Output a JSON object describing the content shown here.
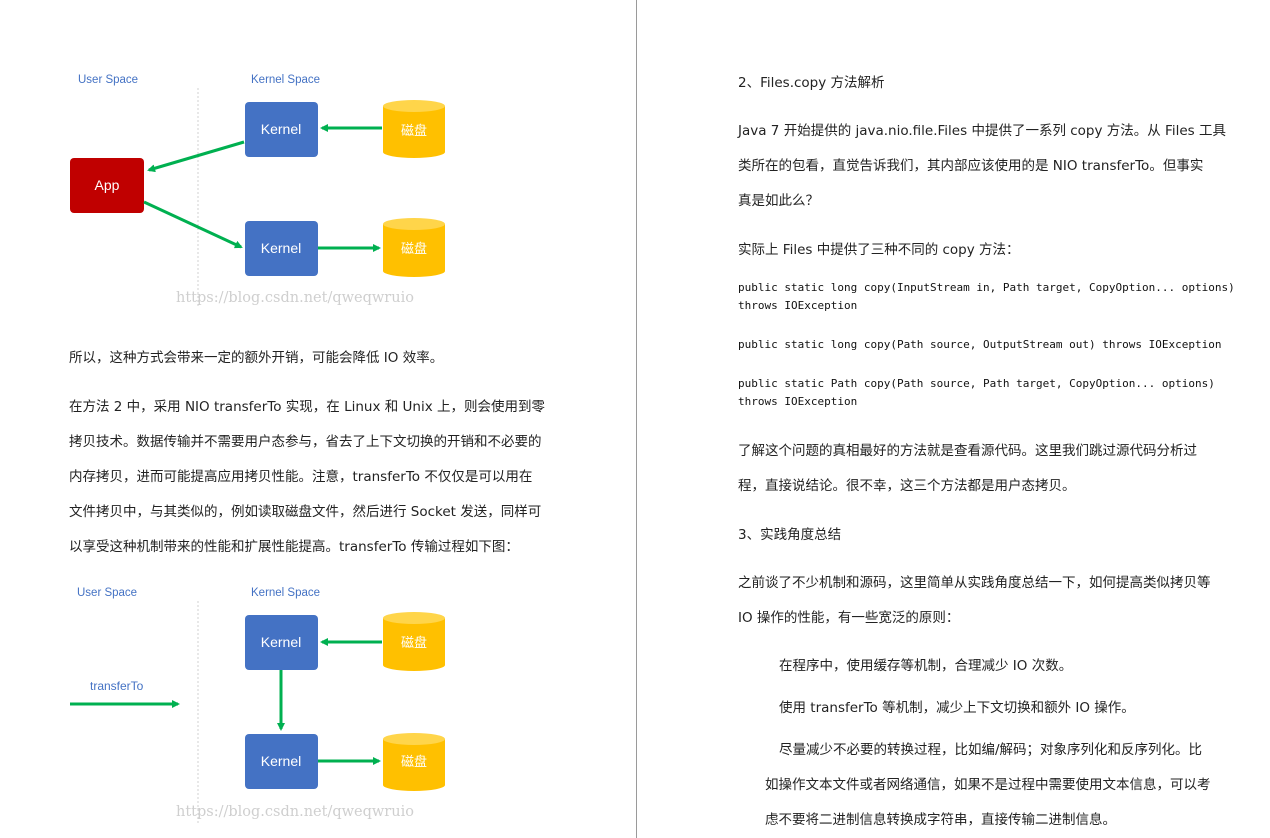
{
  "diagram1": {
    "user_space_label": "User Space",
    "kernel_space_label": "Kernel Space",
    "app_label": "App",
    "kernel_top_label": "Kernel",
    "kernel_bottom_label": "Kernel",
    "disk_top_label": "磁盘",
    "disk_bottom_label": "磁盘",
    "watermark": "https://blog.csdn.net/qweqwruio"
  },
  "diagram2": {
    "user_space_label": "User Space",
    "kernel_space_label": "Kernel Space",
    "transfer_label": "transferTo",
    "kernel_top_label": "Kernel",
    "kernel_bottom_label": "Kernel",
    "disk_top_label": "磁盘",
    "disk_bottom_label": "磁盘",
    "watermark": "https://blog.csdn.net/qweqwruio"
  },
  "left_text": {
    "p1": "所以，这种方式会带来一定的额外开销，可能会降低 IO 效率。",
    "p2_lines": [
      "在方法 2 中，采用 NIO transferTo 实现，在 Linux 和 Unix 上，则会使用到零",
      "拷贝技术。数据传输并不需要用户态参与，省去了上下文切换的开销和不必要的",
      "内存拷贝，进而可能提高应用拷贝性能。注意，transferTo 不仅仅是可以用在",
      "文件拷贝中，与其类似的，例如读取磁盘文件，然后进行 Socket 发送，同样可",
      "以享受这种机制带来的性能和扩展性能提高。transferTo 传输过程如下图："
    ]
  },
  "right_text": {
    "heading2": "2、Files.copy 方法解析",
    "p1_lines": [
      "Java 7 开始提供的 java.nio.file.Files 中提供了一系列 copy 方法。从 Files 工具",
      "类所在的包看，直觉告诉我们，其内部应该使用的是 NIO transferTo。但事实",
      "真是如此么？"
    ],
    "p2": "实际上 Files 中提供了三种不同的 copy 方法：",
    "code": [
      "public static long copy(InputStream in, Path target, CopyOption... options)",
      "throws IOException",
      "public static long copy(Path source, OutputStream out) throws IOException",
      "public static Path copy(Path source, Path target, CopyOption... options)",
      "throws IOException"
    ],
    "p3_lines": [
      "了解这个问题的真相最好的方法就是查看源代码。这里我们跳过源代码分析过",
      "程，直接说结论。很不幸，这三个方法都是用户态拷贝。"
    ],
    "heading3": "3、实践角度总结",
    "p4_lines": [
      "之前谈了不少机制和源码，这里简单从实践角度总结一下，如何提高类似拷贝等",
      "IO 操作的性能，有一些宽泛的原则："
    ],
    "bullets": [
      "在程序中，使用缓存等机制，合理减少 IO 次数。",
      "使用 transferTo 等机制，减少上下文切换和额外 IO 操作。",
      "尽量减少不必要的转换过程，比如编/解码；对象序列化和反序列化。比"
    ],
    "bullet3_cont": [
      "如操作文本文件或者网络通信，如果不是过程中需要使用文本信息，可以考",
      "虑不要将二进制信息转换成字符串，直接传输二进制信息。"
    ]
  },
  "colors": {
    "kernel_box": "#4472c4",
    "app_box": "#c00000",
    "disk": "#ffc000",
    "arrow": "#00b050",
    "space_label": "#4472c4"
  }
}
